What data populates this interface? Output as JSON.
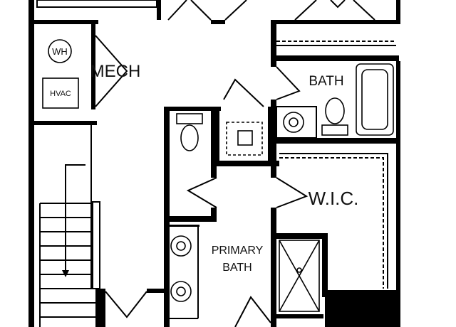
{
  "plan": {
    "rooms": {
      "mech": "MECH",
      "bath": "BATH",
      "wic": "W.I.C.",
      "primary_bath_line1": "PRIMARY",
      "primary_bath_line2": "BATH"
    },
    "equipment": {
      "water_heater": "WH",
      "hvac": "HVAC"
    },
    "colors": {
      "wall": "#000000",
      "background": "#ffffff",
      "fixture": "#444444"
    }
  }
}
